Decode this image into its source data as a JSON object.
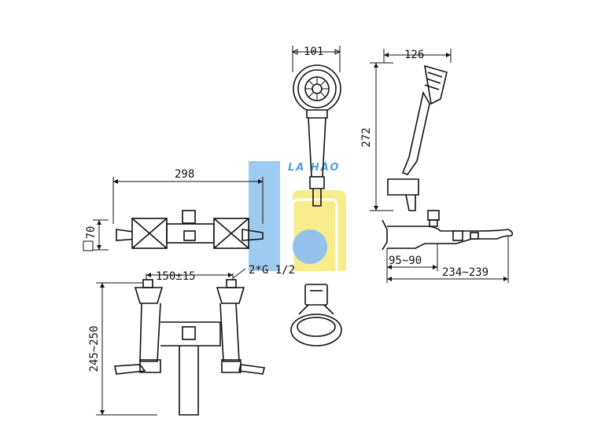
{
  "dimensions": {
    "handset_width": "101",
    "holder_width": "126",
    "holder_height": "272",
    "body_width": "298",
    "body_depth": "70",
    "thread_spec": "2*G 1/2",
    "centers": "150±15",
    "height": "245~250",
    "spout_base": "95~90",
    "spout_length": "234~239"
  },
  "watermark": {
    "text": "LA HÀO",
    "colors": {
      "blue": "#3a8fd8",
      "yellow": "#f3e04a"
    }
  }
}
